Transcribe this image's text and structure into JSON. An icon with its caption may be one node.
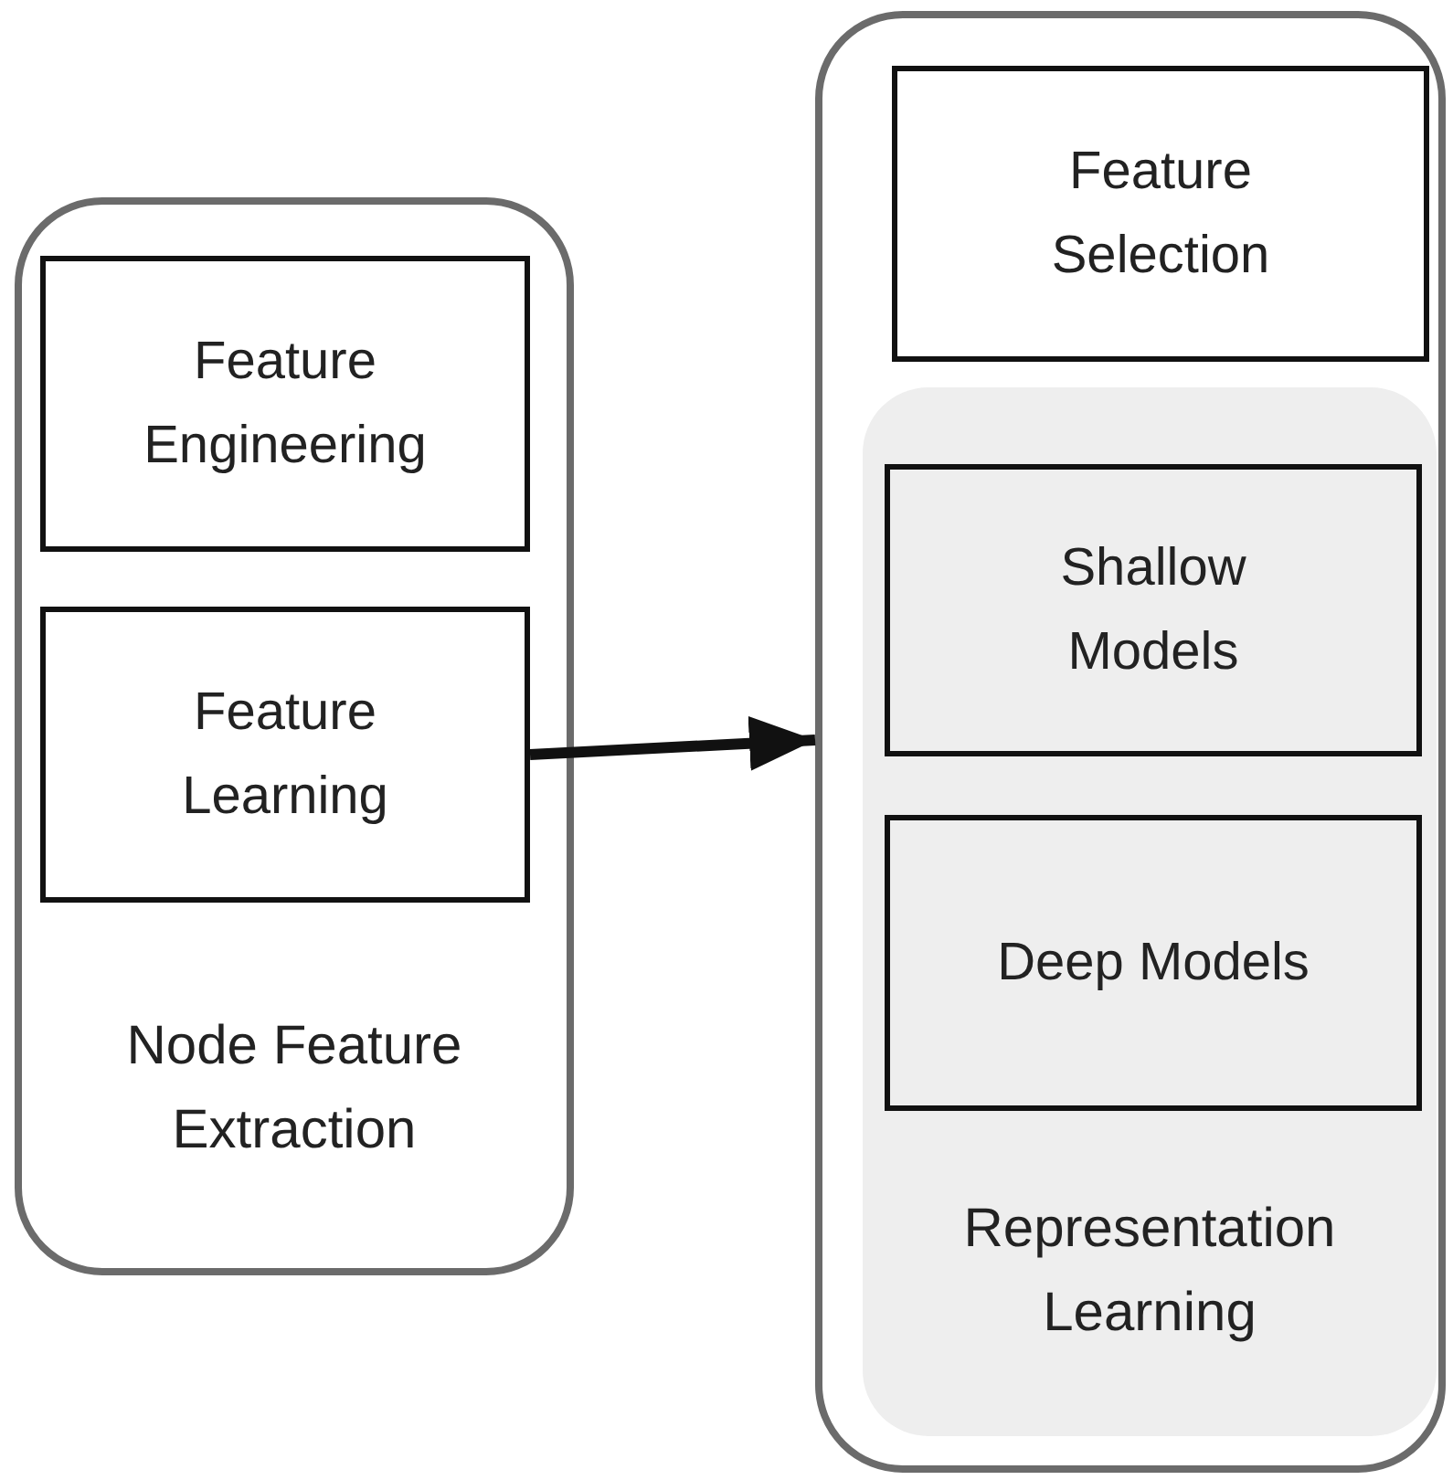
{
  "diagram": {
    "nodes": [
      {
        "text": [
          "Node Feature Extraction"
        ]
      },
      {
        "text": [
          "Feature Engineering"
        ],
        "in": 0
      },
      {
        "text": [
          "Feature Learning"
        ],
        "in": 0
      },
      {
        "text": [],
        "shape": "box"
      },
      {
        "text": [
          "Feature Selection"
        ],
        "in": 3
      },
      {
        "text": [
          "Representation Learning"
        ],
        "in": 3
      },
      {
        "text": [
          "Shallow Models"
        ],
        "in": 5
      },
      {
        "text": [
          "Deep Models"
        ],
        "in": 5
      }
    ],
    "edges": [
      {
        "from": 2,
        "to": 3,
        "arrow": "to"
      }
    ]
  }
}
